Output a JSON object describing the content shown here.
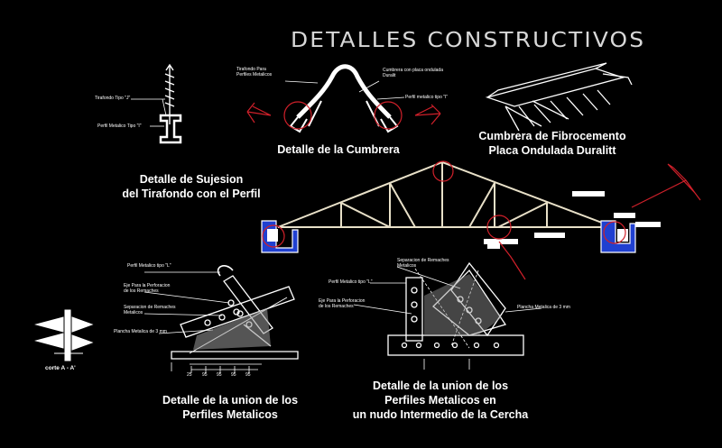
{
  "title": "DETALLES CONSTRUCTIVOS",
  "captions": {
    "sujecion_line1": "Detalle de Sujesion",
    "sujecion_line2": "del Tirafondo con el Perfil",
    "cumbrera": "Detalle de la Cumbrera",
    "fibro_line1": "Cumbrera de Fibrocemento",
    "fibro_line2": "Placa Ondulada Duralitt",
    "union_left_line1": "Detalle de la union de los",
    "union_left_line2": "Perfiles Metalicos",
    "union_right_line1": "Detalle de la union de los",
    "union_right_line2": "Perfiles Metalicos en",
    "union_right_line3": "un nudo Intermedio de la Cercha",
    "corte": "corte A - A'"
  },
  "annotations": {
    "tirafondo": "Tirafondo Tipo \"J\"",
    "perfil_i": "Perfil Metalico Tipo \"I\"",
    "tirafondo_para_line1": "Tirafondo Para",
    "tirafondo_para_line2": "Perfiles Metalicos",
    "cumbrera_placa_line1": "Cumbrera con placa ondulada",
    "cumbrera_placa_line2": "Duralit",
    "perfil_i_2": "Perfil metalico tipo \"I\"",
    "perfil_l_left": "Perfil Metalico tipo \"L\"",
    "eje_left_line1": "Eje Para la Perforacion",
    "eje_left_line2": "de los Remaches",
    "sep_left_line1": "Separacion de Remaches",
    "sep_left_line2": "Metalicos",
    "plancha_left": "Plancha Metalica de 3 mm",
    "sep_right_line1": "Separacion de Remaches",
    "sep_right_line2": "Metalicos",
    "perfil_l_right": "Perfil Metalico tipo \"L\"",
    "eje_right_line1": "Eje Para la Perforacion",
    "eje_right_line2": "de los Remaches",
    "plancha_right": "Plancha Metalica de 3 mm"
  },
  "dimensions": [
    "25",
    "95",
    "95",
    "95",
    "95"
  ],
  "colors": {
    "background": "#000000",
    "line": "#ffffff",
    "accent_red": "#d0202a",
    "accent_blue": "#2040d0",
    "truss": "#e8e0c8",
    "fill_grey": "#9a9a9a"
  }
}
